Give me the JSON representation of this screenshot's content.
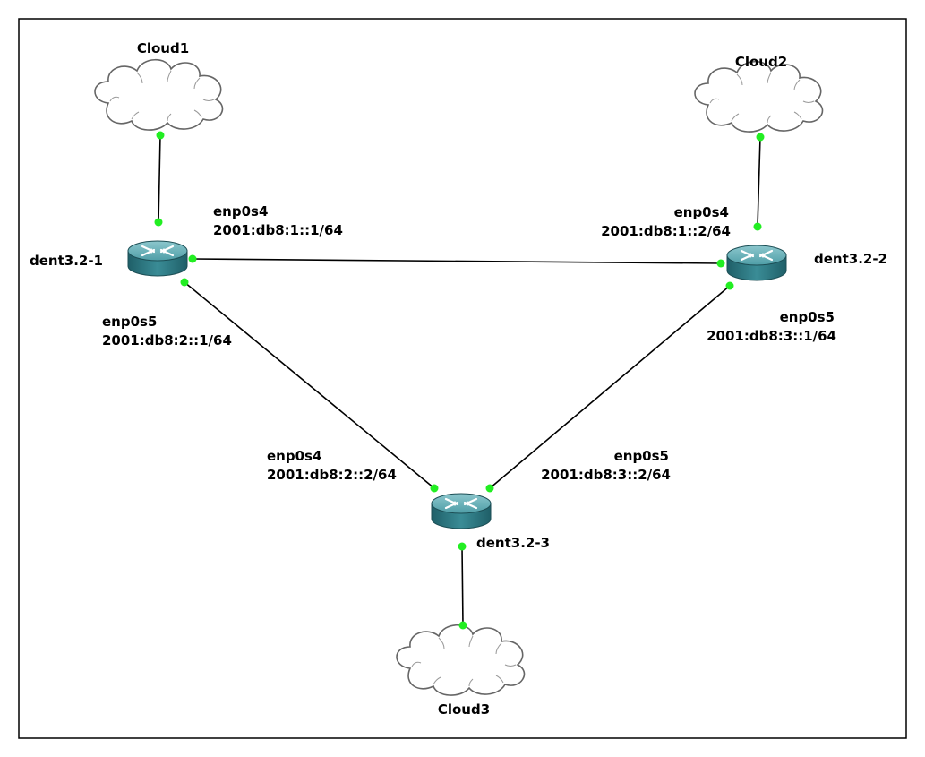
{
  "clouds": [
    {
      "id": "cloud1",
      "label": "Cloud1"
    },
    {
      "id": "cloud2",
      "label": "Cloud2"
    },
    {
      "id": "cloud3",
      "label": "Cloud3"
    }
  ],
  "routers": [
    {
      "id": "r1",
      "label": "dent3.2-1"
    },
    {
      "id": "r2",
      "label": "dent3.2-2"
    },
    {
      "id": "r3",
      "label": "dent3.2-3"
    }
  ],
  "interfaces": [
    {
      "id": "r1-enp0s4",
      "name": "enp0s4",
      "address": "2001:db8:1::1/64"
    },
    {
      "id": "r2-enp0s4",
      "name": "enp0s4",
      "address": "2001:db8:1::2/64"
    },
    {
      "id": "r1-enp0s5",
      "name": "enp0s5",
      "address": "2001:db8:2::1/64"
    },
    {
      "id": "r2-enp0s5",
      "name": "enp0s5",
      "address": "2001:db8:3::1/64"
    },
    {
      "id": "r3-enp0s4",
      "name": "enp0s4",
      "address": "2001:db8:2::2/64"
    },
    {
      "id": "r3-enp0s5",
      "name": "enp0s5",
      "address": "2001:db8:3::2/64"
    }
  ],
  "links": [
    {
      "from": "cloud1",
      "to": "r1"
    },
    {
      "from": "cloud2",
      "to": "r2"
    },
    {
      "from": "r1",
      "to": "r2"
    },
    {
      "from": "r1",
      "to": "r3"
    },
    {
      "from": "r2",
      "to": "r3"
    },
    {
      "from": "r3",
      "to": "cloud3"
    }
  ],
  "colors": {
    "link": "#000000",
    "port": "#22ee22",
    "router_body": "#2f7f8a",
    "router_top": "#6fb3bb",
    "cloud_stroke": "#666666",
    "border": "#000000"
  }
}
